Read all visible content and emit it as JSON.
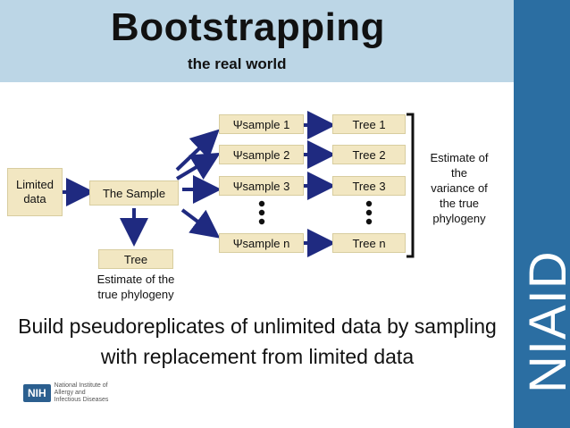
{
  "title": "Bootstrapping",
  "subtitle": "the real world",
  "limited_data": "Limited\ndata",
  "the_sample": "The Sample",
  "tree": "Tree",
  "estimate_phylogeny": "Estimate of the\ntrue phylogeny",
  "samples": [
    "Ψsample 1",
    "Ψsample 2",
    "Ψsample 3",
    "Ψsample n"
  ],
  "trees": [
    "Tree 1",
    "Tree 2",
    "Tree 3",
    "Tree n"
  ],
  "estimate_variance": "Estimate of\nthe\nvariance of\nthe true\nphylogeny",
  "body": "Build pseudoreplicates of unlimited data by sampling with replacement from limited data",
  "nih_badge": "NIH",
  "nih_name": "National Institute of\nAllergy and\nInfectious Diseases",
  "brand": "NIAID",
  "colors": {
    "header": "#bcd6e6",
    "box": "#f2e7c2",
    "arrow": "#1f2a80",
    "sidebar": "#2b6ea2"
  }
}
